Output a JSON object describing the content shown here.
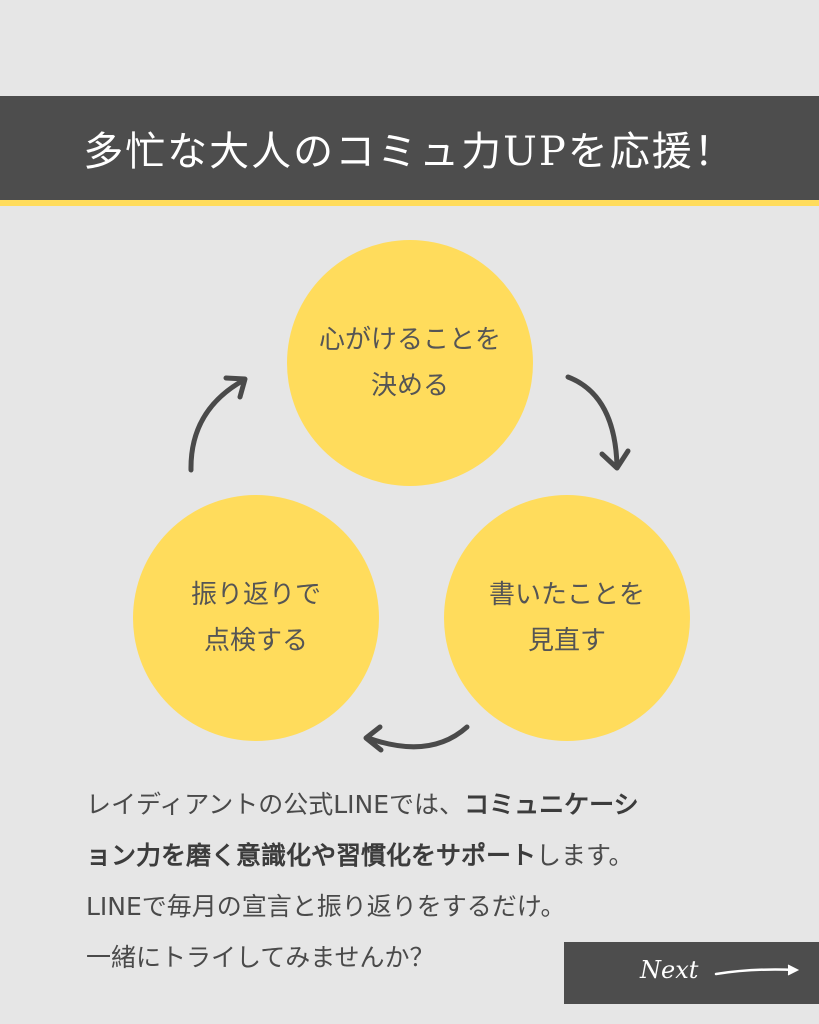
{
  "header": {
    "title": "多忙な大人のコミュ力UPを応援！"
  },
  "cycle": {
    "steps": [
      {
        "lines": [
          "心がけることを",
          "決める"
        ]
      },
      {
        "lines": [
          "書いたことを",
          "見直す"
        ]
      },
      {
        "lines": [
          "振り返りで",
          "点検する"
        ]
      }
    ]
  },
  "body": {
    "line1_plain": "レイディアントの公式LINEでは、",
    "line1_bold": "コミュニケーシ",
    "line2_bold": "ョン力を磨く意識化や習慣化をサポート",
    "line2_plain": "します。",
    "line3": "LINEで毎月の宣言と振り返りをするだけ。",
    "line4": "一緒にトライしてみませんか？"
  },
  "next_button": {
    "label": "Next"
  },
  "colors": {
    "accent": "#ffdc5c",
    "dark": "#4d4d4d",
    "background": "#e6e6e6"
  }
}
